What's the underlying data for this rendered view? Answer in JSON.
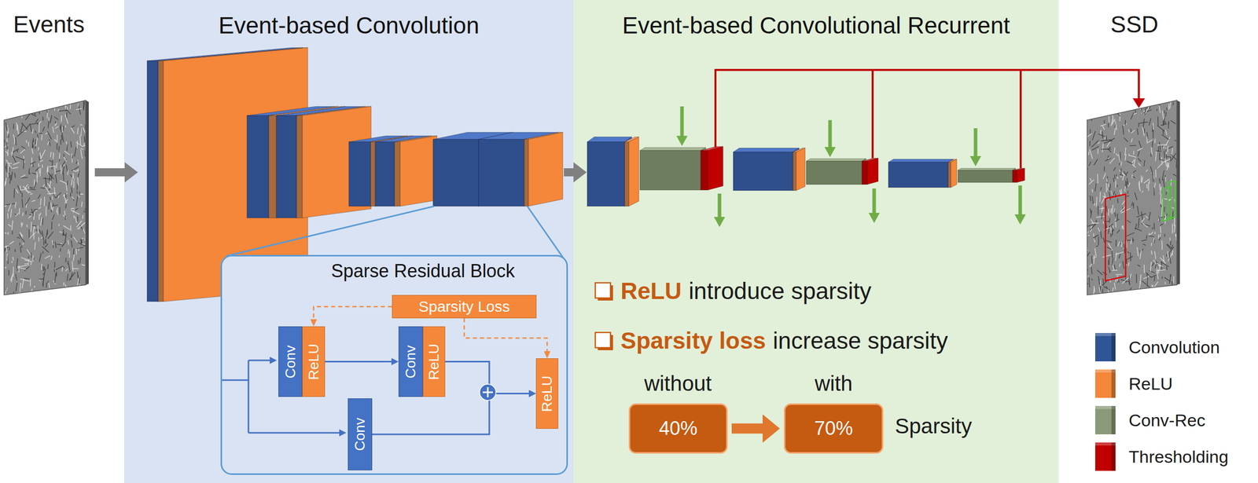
{
  "diagram": {
    "nodes": [
      {
        "text": [
          "Event-based Convolution"
        ]
      },
      {
        "text": [
          "Sparse Residual Block"
        ],
        "in": 0
      },
      {
        "text": [
          "Sparsity Loss"
        ],
        "in": 1
      },
      {
        "text": [
          "Conv"
        ],
        "in": 1
      },
      {
        "text": [
          "ReLU"
        ],
        "in": 1
      },
      {
        "text": [
          "Conv"
        ],
        "in": 1
      },
      {
        "text": [
          "ReLU"
        ],
        "in": 1
      },
      {
        "text": [
          "Conv"
        ],
        "in": 1
      },
      {
        "text": [
          "ReLU"
        ],
        "in": 1
      },
      {
        "text": [
          "Event-based Convolutional Recurrent"
        ]
      },
      {
        "text": [
          "40%"
        ],
        "in": 9
      },
      {
        "text": [
          "70%"
        ],
        "in": 9
      }
    ],
    "edges": [
      {
        "from": 4,
        "to": 5,
        "arrow": "to"
      },
      {
        "from": 6,
        "to": 8,
        "arrow": "to"
      },
      {
        "from": 7,
        "to": 8,
        "arrow": "to"
      },
      {
        "from": 2,
        "to": 4,
        "arrow": "to"
      },
      {
        "from": 2,
        "to": 8,
        "arrow": "to"
      },
      {
        "from": 10,
        "to": 11,
        "arrow": "to"
      }
    ],
    "labels": [
      "Events",
      "SSD",
      "ReLU",
      "introduce sparsity",
      "Sparsity loss",
      "increase sparsity",
      "without",
      "with",
      "Sparsity"
    ],
    "legend": [
      {
        "text": "Convolution",
        "color": "#2f5597"
      },
      {
        "text": "ReLU",
        "color": "#f4873a"
      },
      {
        "text": "Conv-Rec",
        "color": "#8a9a78"
      },
      {
        "text": "Thresholding",
        "color": "#c00000"
      }
    ]
  }
}
